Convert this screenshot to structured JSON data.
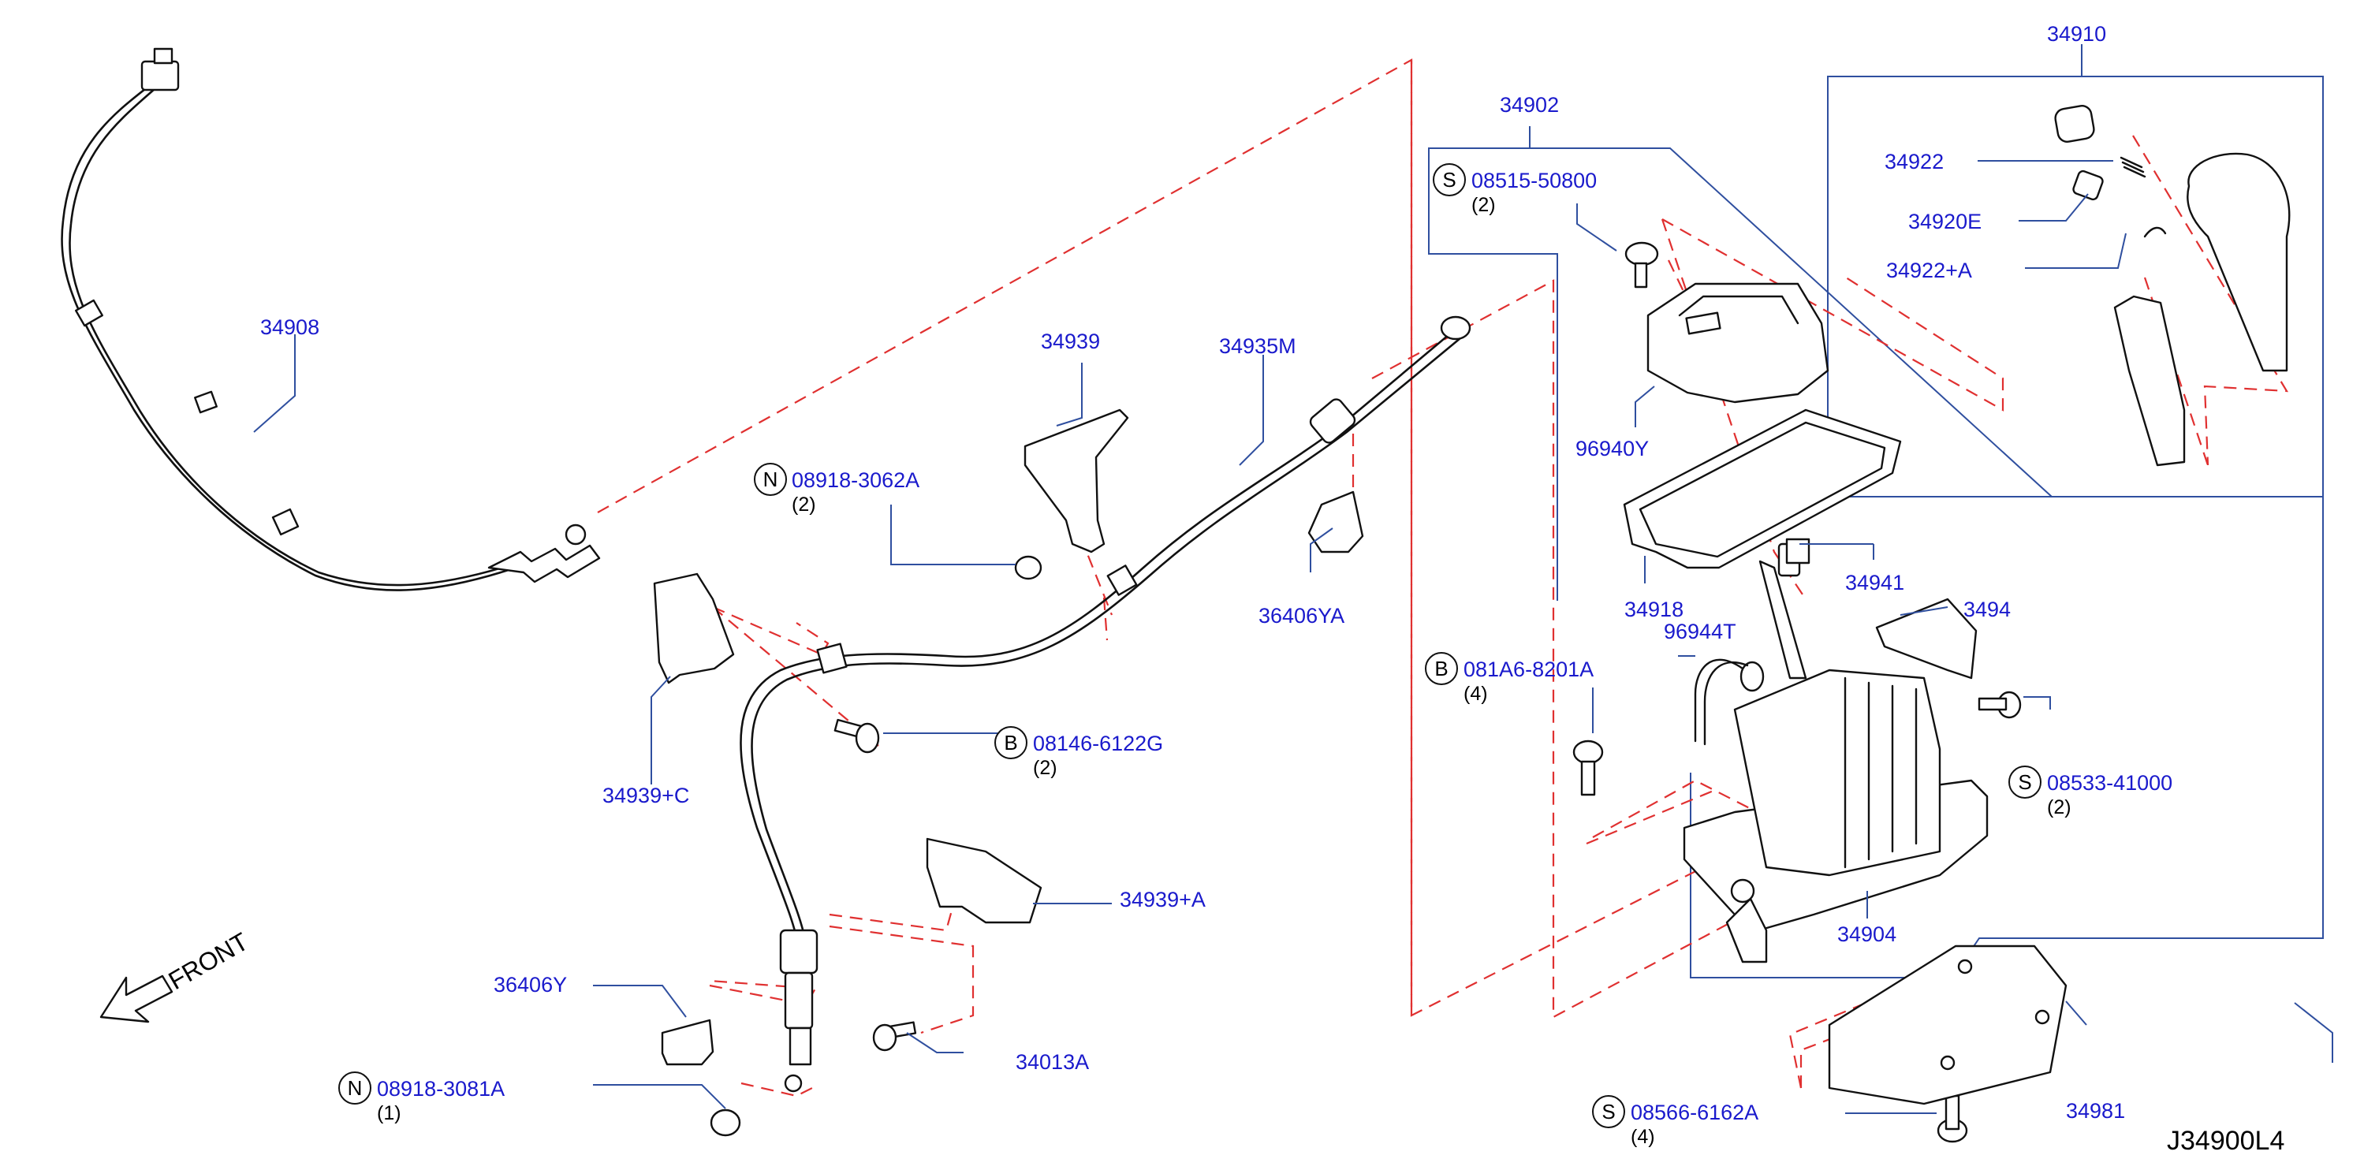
{
  "drawing_number": "J34900L4",
  "direction_label": "FRONT",
  "parts": [
    {
      "id": "p34910",
      "number": "34910"
    },
    {
      "id": "p34902",
      "number": "34902"
    },
    {
      "id": "p34922",
      "number": "34922"
    },
    {
      "id": "p34920e",
      "number": "34920E"
    },
    {
      "id": "p34922a",
      "number": "34922+A"
    },
    {
      "id": "p34908",
      "number": "34908"
    },
    {
      "id": "p34939",
      "number": "34939"
    },
    {
      "id": "p34935m",
      "number": "34935M"
    },
    {
      "id": "p96940y",
      "number": "96940Y"
    },
    {
      "id": "p36406ya",
      "number": "36406YA"
    },
    {
      "id": "p34939c",
      "number": "34939+C"
    },
    {
      "id": "p34939a",
      "number": "34939+A"
    },
    {
      "id": "p36406y",
      "number": "36406Y"
    },
    {
      "id": "p34013a",
      "number": "34013A"
    },
    {
      "id": "p34904",
      "number": "34904"
    },
    {
      "id": "p34981",
      "number": "34981"
    },
    {
      "id": "p34918",
      "number": "34918"
    },
    {
      "id": "p96944",
      "number": "96944T"
    },
    {
      "id": "p34941",
      "number": "34941"
    },
    {
      "id": "p3494x",
      "number": "3494"
    }
  ],
  "fasteners": [
    {
      "id": "s0851550800",
      "symbol": "S",
      "number": "08515-50800",
      "qty": "(2)"
    },
    {
      "id": "n089183062a",
      "symbol": "N",
      "number": "08918-3062A",
      "qty": "(2)"
    },
    {
      "id": "b081a68201a",
      "symbol": "B",
      "number": "081A6-8201A",
      "qty": "(4)"
    },
    {
      "id": "b081466122g",
      "symbol": "B",
      "number": "08146-6122G",
      "qty": "(2)"
    },
    {
      "id": "s0853341000",
      "symbol": "S",
      "number": "08533-41000",
      "qty": "(2)"
    },
    {
      "id": "n089183081a",
      "symbol": "N",
      "number": "08918-3081A",
      "qty": "(1)"
    },
    {
      "id": "s085666162a",
      "symbol": "S",
      "number": "08566-6162A",
      "qty": "(4)"
    }
  ]
}
